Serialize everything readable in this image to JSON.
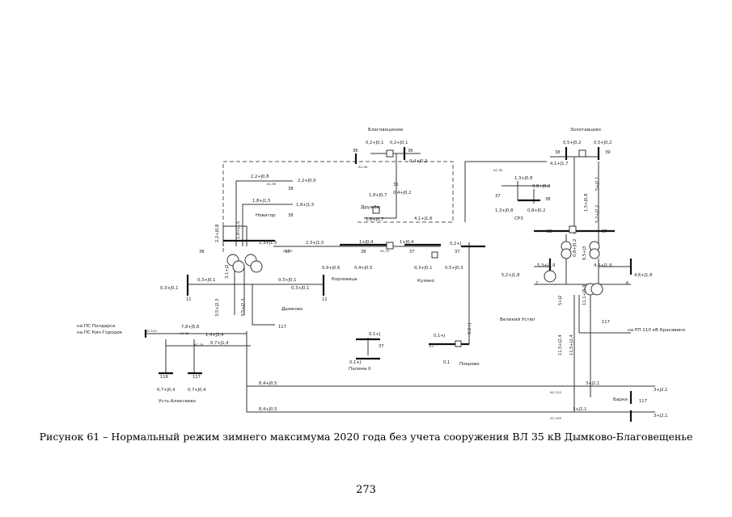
{
  "caption": "Рисунок 61 – Нормальный режим зимнего максимума 2020 года без учета сооружения ВЛ 35 кВ Дымково-Благовещенье",
  "page_number": "273",
  "substations": {
    "blagoveshchenye": "Благовещение",
    "zolotavtsevo": "Золотавцево",
    "druzhba": "Дружба",
    "novator": "Новатор",
    "dymkovo": "Дымково",
    "korzovitsa": "Корзовица",
    "kuzino": "Кузино",
    "sr3": "СРЗ",
    "veliky_ustyug": "Великий Устюг",
    "krasavino": "на РП 110 кВ Красавино",
    "palema": "Палема II",
    "pokrovo": "Покрово",
    "ust_alekseevo": "Усть-Алексеево",
    "barki": "Барки",
    "poldarsa": "на ПС Полдарса",
    "kich_gorodok": "на ПС Кич-Городок"
  },
  "flows": {
    "f01": "0,2+J0,1",
    "f02": "0,2+J0,1",
    "f03": "0,4+J0,2",
    "f04": "0,5+J0,2",
    "f05": "0,5+J0,2",
    "f06": "4,1+J1,7",
    "f07": "2,2+J0,8",
    "f08": "2,2+J0,9",
    "f09": "1,8+J1,5",
    "f10": "1,8+J1,5",
    "f11": "2,2+J0,8",
    "f12": "1,8+J0,7",
    "f13": "0,4+J0,2",
    "f14": "1,8+J0,7",
    "f15": "4,1+J1,6",
    "f16": "1,3+J0,8",
    "f17": "0,8+J0,2",
    "f18": "1,3+J0,8",
    "f19": "0,8+J0,2",
    "f20": "5+J2,1",
    "f21": "1,5+J0,8",
    "f22": "5,2+J2,2",
    "f23": "2,3+J1,5",
    "f24": "2,3+J1,5",
    "f25": "1+J0,4",
    "f26": "1+J0,4",
    "f27": "0,2+J",
    "f28": "0,9+J0,6",
    "f29": "0,4+J0,5",
    "f30": "0,3+J0,1",
    "f31": "0,5+J0,3",
    "f32": "1,8+J1,5",
    "f33": "3,1+J2",
    "f34": "0,3+J0,1",
    "f35": "0,3+J0,1",
    "f36": "0,3+J0,1",
    "f37": "0,3+J0,1",
    "f38": "3,5+J2,3",
    "f39": "3,5+J2,3",
    "f40": "0,8+J0,2",
    "f41": "6,5+J3",
    "f42": "5,3+J1,9",
    "f43": "5,2+J1,8",
    "f44": "4,6+J1,9",
    "f45": "4,6+J1,8",
    "f46": "5+J2",
    "f47": "11,1+J5,9",
    "f48": "7,8+J5,6",
    "f49": "1,4+J3,4",
    "f50": "0,7+J1,4",
    "f51": "0,1+J",
    "f52": "0,1+J",
    "f53": "0,1+J",
    "f54": "0,1",
    "f55": "0,2+J",
    "f56": "11,5+J2,4",
    "f57": "11,5+J2,4",
    "f58": "0,7+J0,4",
    "f59": "0,7+J0,4",
    "f60": "8,4+J0,5",
    "f61": "8,4+J0,5",
    "f62": "3+J2,1",
    "f63": "3+J2,1",
    "f64": "3+J2,1",
    "f65": "3+J2,1"
  },
  "bus_codes": {
    "b36a": "36",
    "b36b": "36",
    "b36c": "36",
    "b38a": "38",
    "b38b": "38",
    "b38c": "38",
    "b38d": "38",
    "b38e": "38",
    "b38f": "38",
    "b38g": "38",
    "b38h": "38",
    "b39": "39",
    "b37a": "37",
    "b37b": "37",
    "b37c": "37",
    "b37d": "37",
    "b37e": "37",
    "b37f": "37",
    "b11a": "11",
    "b11b": "11",
    "b7": "7",
    "b6": "6",
    "b117a": "117",
    "b117b": "117",
    "b117c": "117",
    "b117d": "117",
    "b116": "116"
  },
  "line_codes": {
    "l1": "АС-50",
    "l2": "АС-95",
    "l3": "АС-70",
    "l4": "АС-70",
    "l5": "АС-50",
    "l6": "АС-120",
    "l7": "АС-95",
    "l8": "АС-120",
    "l9": "АС-150",
    "l10": "АС-70"
  },
  "colors": {
    "line": "#333333",
    "bus": "#111111",
    "text": "#222222"
  }
}
